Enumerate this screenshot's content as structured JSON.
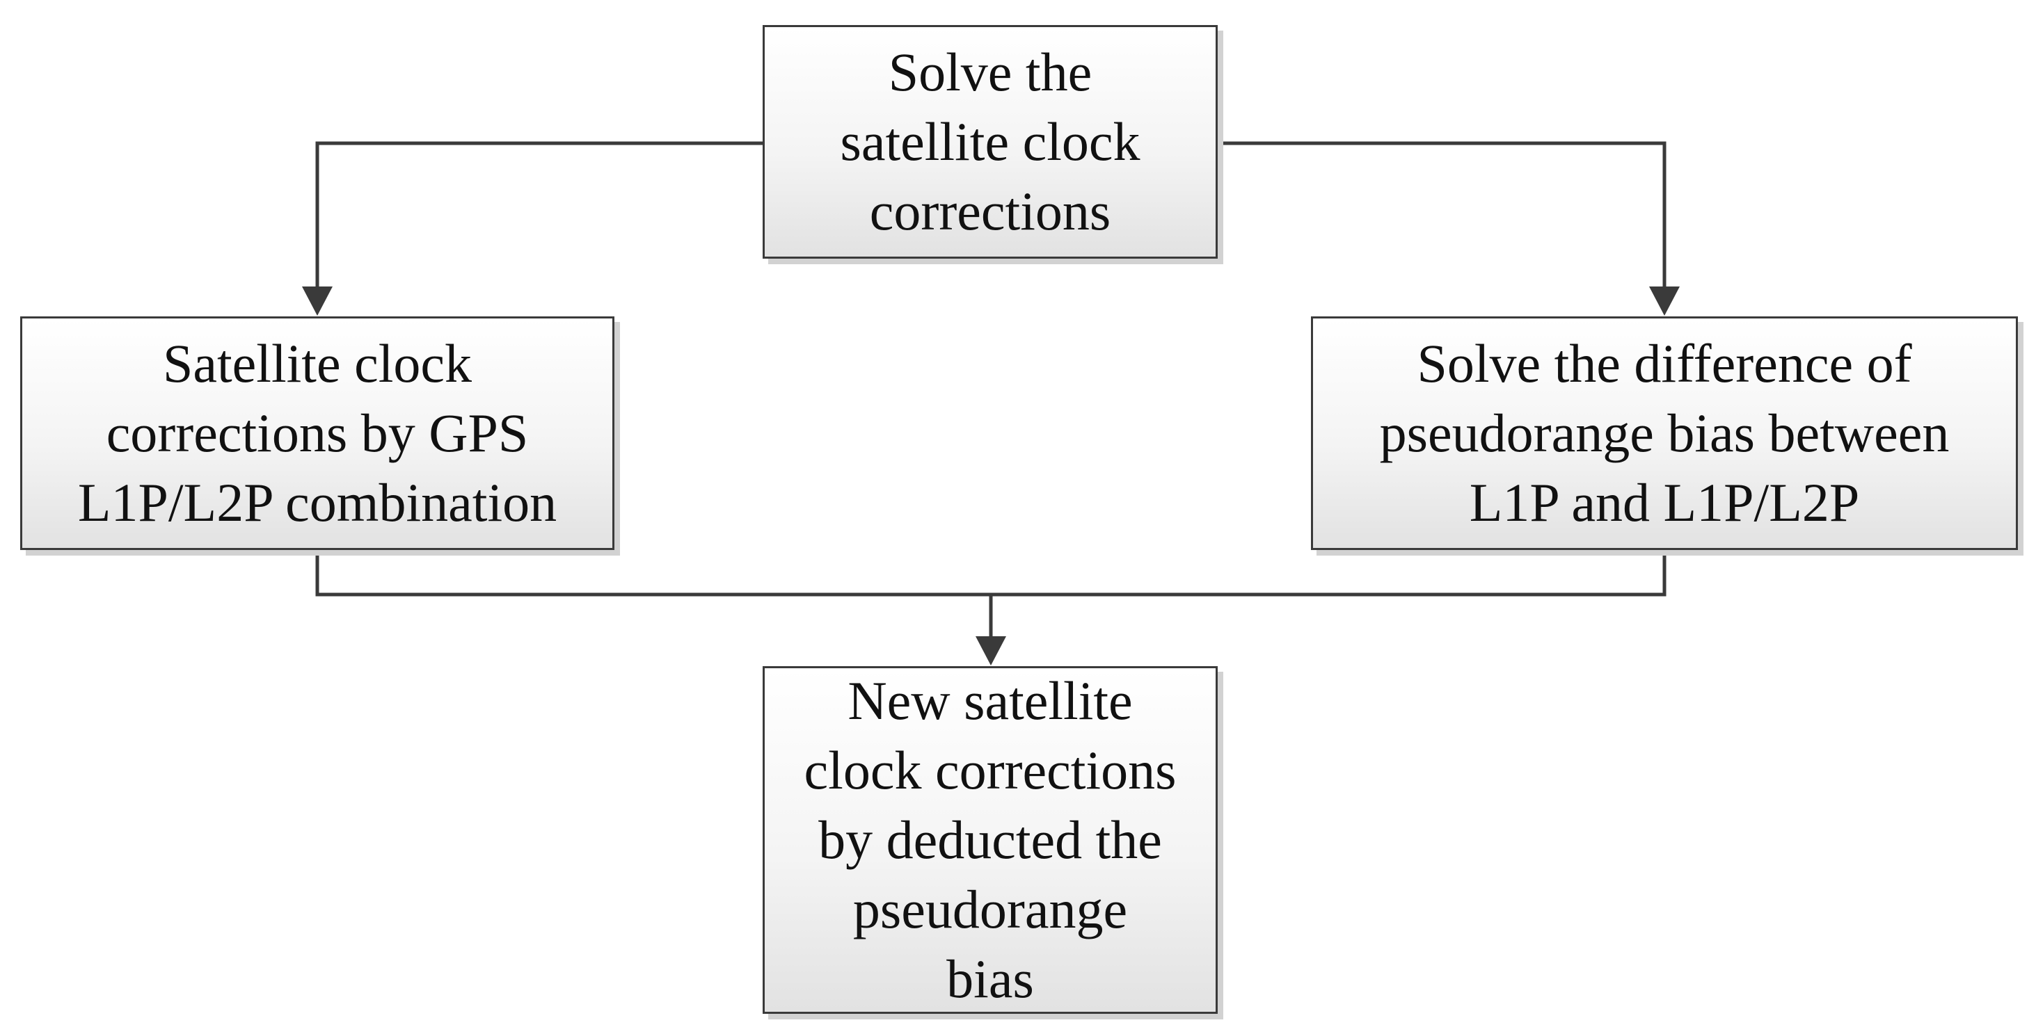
{
  "nodes": {
    "top": {
      "label": "Solve the\nsatellite clock\ncorrections"
    },
    "left": {
      "label": "Satellite clock\ncorrections by GPS\nL1P/L2P combination"
    },
    "right": {
      "label": "Solve the difference of\npseudorange bias between\nL1P and L1P/L2P"
    },
    "bottom": {
      "label": "New satellite\nclock corrections\nby deducted the\npseudorange\nbias"
    }
  },
  "edges": [
    {
      "from": "top",
      "to": "left"
    },
    {
      "from": "top",
      "to": "right"
    },
    {
      "from": "left",
      "to": "bottom"
    },
    {
      "from": "right",
      "to": "bottom"
    }
  ],
  "colors": {
    "line": "#3a3a3a",
    "box_border": "#3a3a3a",
    "box_fill_top": "#ffffff",
    "box_fill_bottom": "#e2e2e2",
    "shadow": "#d2d2d2"
  }
}
